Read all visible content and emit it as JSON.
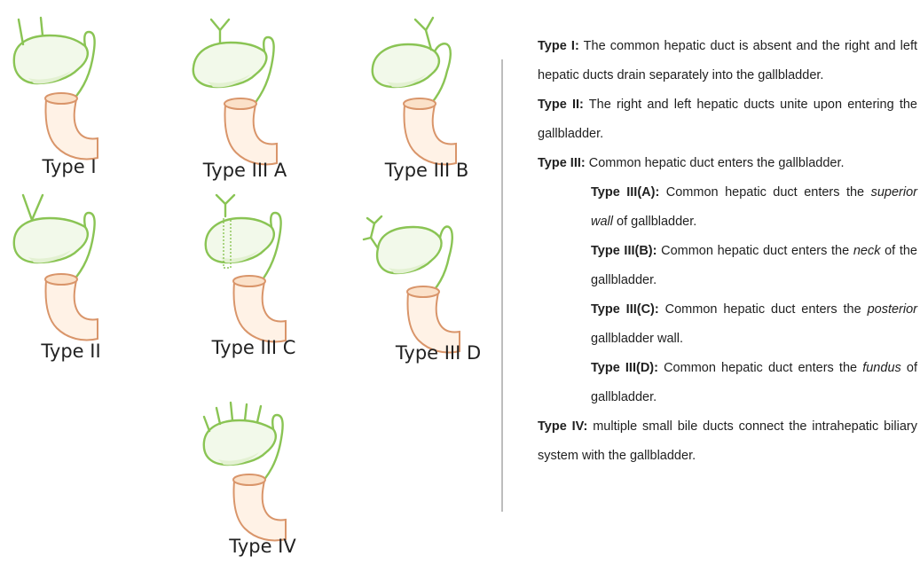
{
  "captions": {
    "type_i": "Type I",
    "type_iii_a": "Type III A",
    "type_iii_b": "Type III B",
    "type_ii": "Type II",
    "type_iii_c": "Type III C",
    "type_iii_d": "Type III D",
    "type_iv": "Type IV"
  },
  "legend": [
    {
      "key": "type_i",
      "head": "Type I:",
      "text": " The common hepatic duct is absent and the right and left hepatic ducts drain separately into the gallbladder.",
      "indent": false
    },
    {
      "key": "type_ii",
      "head": "Type II:",
      "text": " The right and left hepatic ducts unite upon entering the gallbladder.",
      "indent": false
    },
    {
      "key": "type_iii",
      "head": "Type III:",
      "text": " Common hepatic duct enters the gallbladder.",
      "indent": false
    },
    {
      "key": "type_iii_a",
      "head": "Type III(A):",
      "text_before": " Common hepatic duct enters the ",
      "italic": "superior wall",
      "text_after": " of    gallbladder.",
      "indent": true
    },
    {
      "key": "type_iii_b",
      "head": "Type III(B):",
      "text_before": " Common hepatic duct enters the ",
      "italic": "neck",
      "text_after": " of the gallbladder.",
      "indent": true
    },
    {
      "key": "type_iii_c",
      "head": "Type III(C):",
      "text_before": " Common hepatic duct enters the ",
      "italic": "posterior",
      "text_after": " gallbladder wall.",
      "indent": true
    },
    {
      "key": "type_iii_d",
      "head": "Type III(D):",
      "text_before": " Common hepatic duct enters the ",
      "italic": "fundus",
      "text_after": " of gallbladder.",
      "indent": true
    },
    {
      "key": "type_iv",
      "head": "Type IV:",
      "text": " multiple small bile ducts connect the intrahepatic biliary system with the gallbladder.",
      "indent": false
    }
  ],
  "colors": {
    "duct": "#8ac454",
    "gallbladder_fill": "#f2f9ea",
    "duodenum": "#d9956a",
    "divider": "#bdbdbd"
  }
}
